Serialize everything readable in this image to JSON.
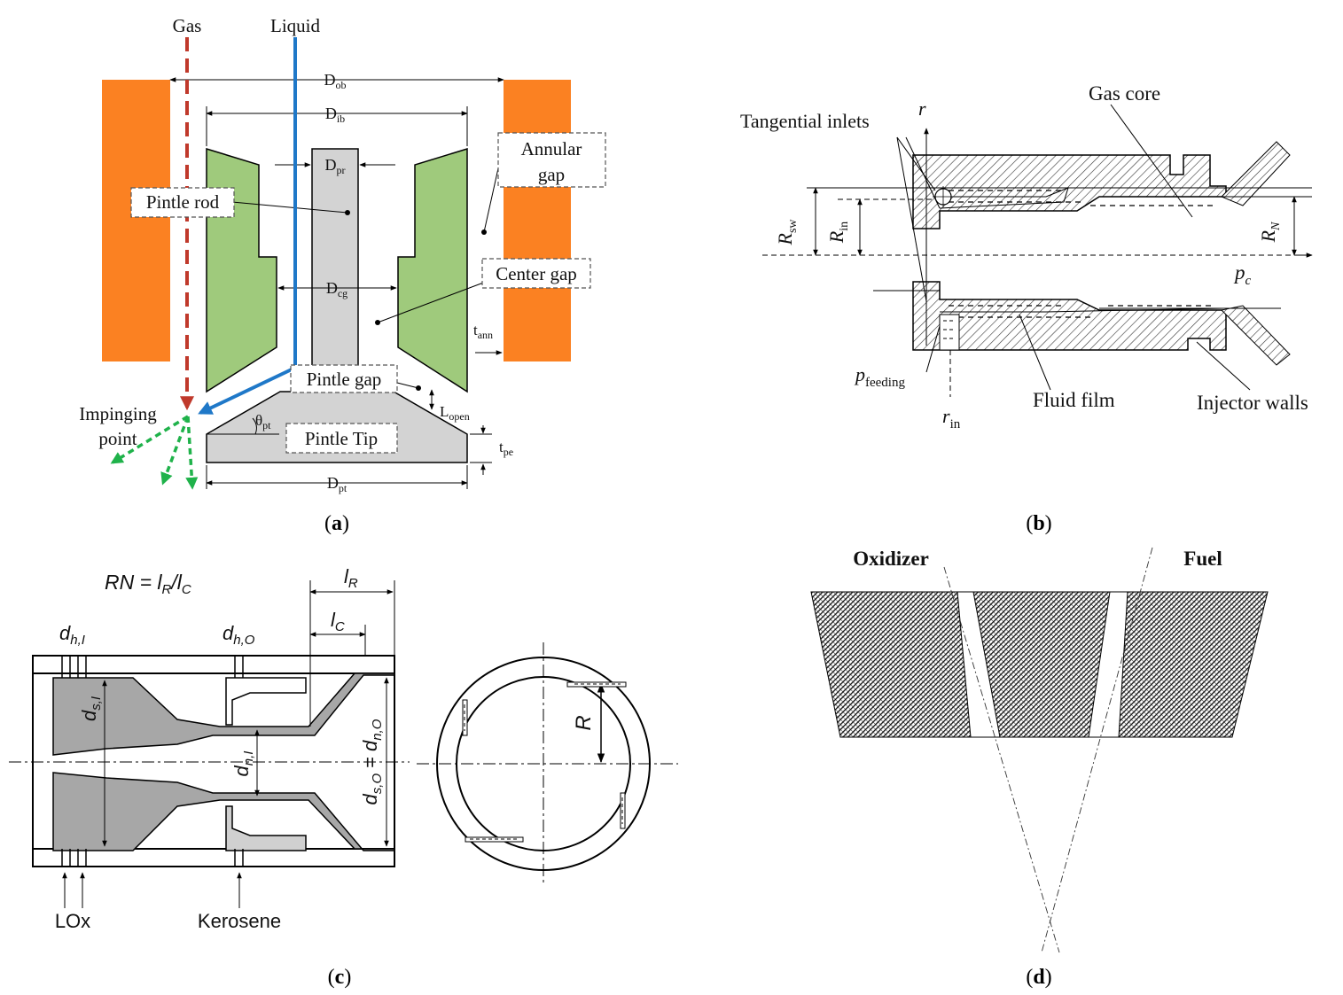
{
  "colors": {
    "wall_orange": "#fb8122",
    "body_green": "#9fca7c",
    "rod_gray": "#d3d3d3",
    "gas_red": "#c0392b",
    "liquid_blue": "#1f78c8",
    "spray_green": "#1fb24a",
    "swirl_gray": "#a7a7a7"
  },
  "panel_a": {
    "caption_letter": "a",
    "gas": "Gas",
    "liquid": "Liquid",
    "d_ob": "D",
    "d_ob_sub": "ob",
    "d_ib": "D",
    "d_ib_sub": "ib",
    "d_pr": "D",
    "d_pr_sub": "pr",
    "d_cg": "D",
    "d_cg_sub": "cg",
    "d_pt": "D",
    "d_pt_sub": "pt",
    "t_ann": "t",
    "t_ann_sub": "ann",
    "l_open": "L",
    "l_open_sub": "open",
    "t_pe": "t",
    "t_pe_sub": "pe",
    "theta_pt": "θ",
    "theta_pt_sub": "pt",
    "pintle_rod": "Pintle rod",
    "annular_gap_1": "Annular",
    "annular_gap_2": "gap",
    "center_gap": "Center gap",
    "pintle_gap": "Pintle gap",
    "pintle_tip": "Pintle Tip",
    "impinging_1": "Impinging",
    "impinging_2": "point"
  },
  "panel_b": {
    "caption_letter": "b",
    "tangential_inlets": "Tangential inlets",
    "gas_core": "Gas core",
    "fluid_film": "Fluid film",
    "injector_walls": "Injector walls",
    "r_axis": "r",
    "r_sw": "R",
    "r_sw_sub": "sw",
    "r_in": "R",
    "r_in_sub": "in",
    "r_n": "R",
    "r_n_sub": "N",
    "p_c": "p",
    "p_c_sub": "c",
    "p_feeding": "p",
    "p_feeding_sub": "feeding",
    "r_in_small": "r",
    "r_in_small_sub": "in"
  },
  "panel_c": {
    "caption_letter": "c",
    "rn_formula": "RN = l",
    "rn_r": "R",
    "rn_slash": "/l",
    "rn_c": "C",
    "l_r": "l",
    "l_r_sub": "R",
    "l_c": "l",
    "l_c_sub": "C",
    "d_h_i": "d",
    "d_h_i_sub": "h,I",
    "d_h_o": "d",
    "d_h_o_sub": "h,O",
    "d_s_i": "d",
    "d_s_i_sub": "s,I",
    "d_n_i": "d",
    "d_n_i_sub": "n,I",
    "d_s_o": "d",
    "d_s_o_sub": "s,O",
    "eq": "=",
    "d_n_o": "d",
    "d_n_o_sub": "n,O",
    "radius": "R",
    "lox": "LOx",
    "kerosene": "Kerosene"
  },
  "panel_d": {
    "caption_letter": "d",
    "oxidizer": "Oxidizer",
    "fuel": "Fuel"
  }
}
